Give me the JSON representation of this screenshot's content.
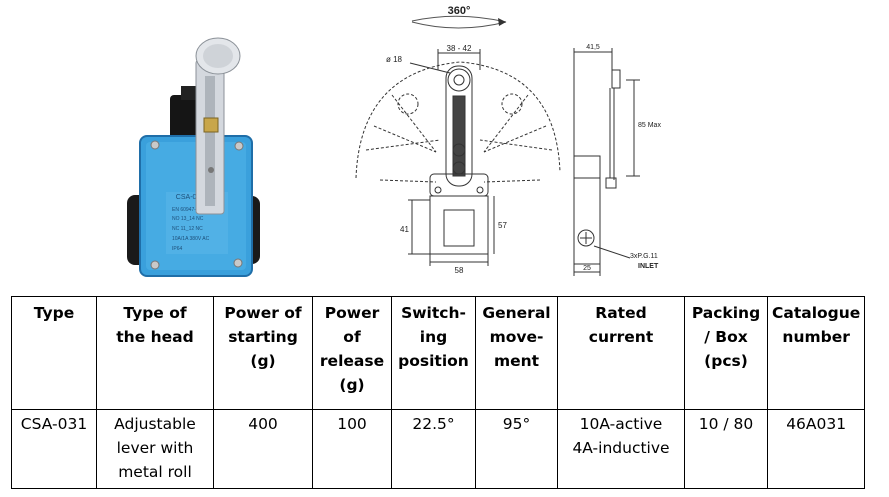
{
  "drawing": {
    "rotation_label": "360°",
    "dim_diameter": "ø 18",
    "dim_top_width": "38 - 42",
    "dim_height_57": "57",
    "dim_height_41": "41",
    "dim_width_58": "58",
    "side_dim_415": "41,5",
    "side_dim_85max": "85 Max",
    "side_dim_25": "25",
    "side_label_pg": "3xP.G.11",
    "side_label_inlet": "INLET"
  },
  "photo": {
    "plate_lines": [
      "CSA-031",
      "EN 60947-5-1",
      "NO 13_14 NC",
      "NC 11_12 NC",
      "10A/1A 380V AC",
      "IP64"
    ]
  },
  "table": {
    "headers": [
      "Type",
      "Type of\nthe head",
      "Power of\nstarting\n(g)",
      "Power\nof\nrelease\n(g)",
      "Switch-\ning\nposition",
      "General\nmove-\nment",
      "Rated\ncurrent",
      "Packing\n/ Box\n(pcs)",
      "Catalogue\nnumber"
    ],
    "row": [
      "CSA-031",
      "Adjustable\nlever with\nmetal roll",
      "400",
      "100",
      "22.5°",
      "95°",
      "10A-active\n4A-inductive",
      "10 / 80",
      "46A031"
    ]
  }
}
